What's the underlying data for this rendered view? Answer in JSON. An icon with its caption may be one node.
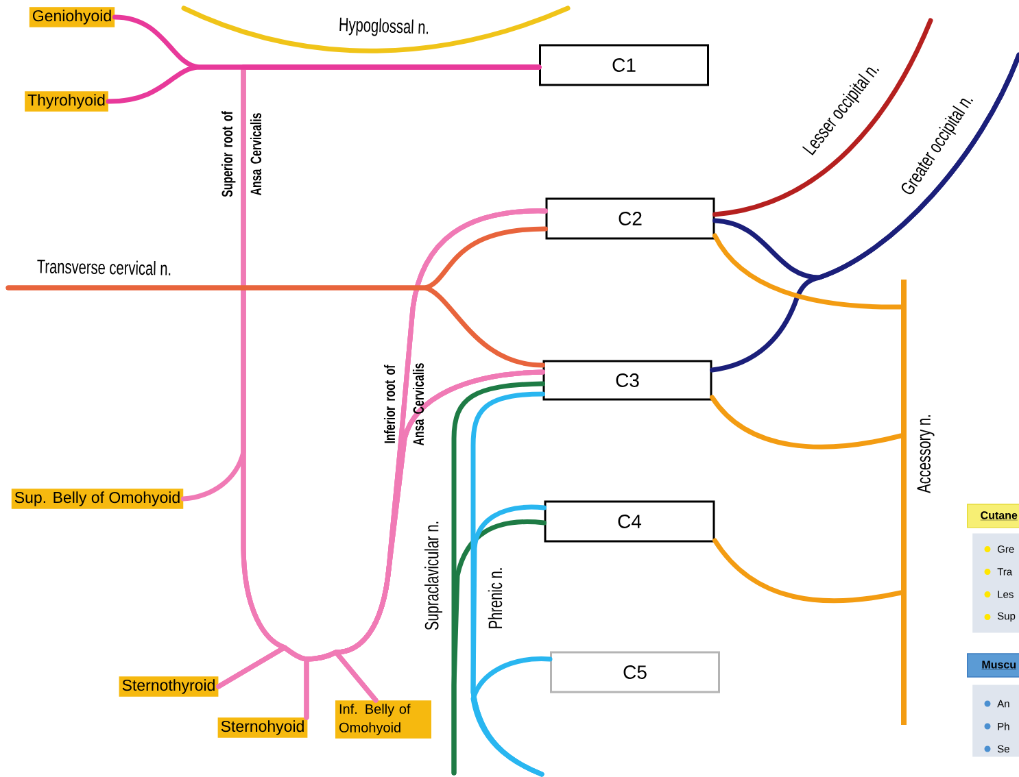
{
  "diagram": {
    "nodes": [
      {
        "text": [
          "Geniohyoid"
        ]
      },
      {
        "text": [
          "Thyrohyoid"
        ]
      },
      {
        "text": [
          "C1"
        ]
      },
      {
        "text": [
          "C2"
        ]
      },
      {
        "text": [
          "C3"
        ]
      },
      {
        "text": [
          "Sup. Belly of Omohyoid"
        ]
      },
      {
        "text": [
          "C4"
        ]
      },
      {
        "text": [],
        "shape": "bar"
      },
      {
        "text": [
          "C5"
        ]
      },
      {
        "text": [
          "Sternothyroid"
        ]
      },
      {
        "text": [
          "Sternohyoid"
        ]
      },
      {
        "text": [
          "Inf. Belly of Omohyoid"
        ]
      },
      {
        "text": [
          "Cutane"
        ]
      },
      {
        "text": [
          "Gre",
          "Tra",
          "Les",
          "Sup"
        ]
      },
      {
        "text": [
          "Muscu"
        ]
      },
      {
        "text": [
          "An",
          "Ph",
          "Se"
        ]
      }
    ],
    "edges": [
      {
        "from": 2,
        "to": 0,
        "arrow": "none",
        "color": "#e8399a"
      },
      {
        "from": 2,
        "to": 1,
        "arrow": "none",
        "color": "#e8399a"
      },
      {
        "from": 2,
        "to": 5,
        "arrow": "none"
      },
      {
        "from": 2,
        "to": 9,
        "arrow": "none"
      },
      {
        "from": 2,
        "to": 10,
        "arrow": "none"
      },
      {
        "from": 2,
        "to": 11,
        "arrow": "none"
      },
      {
        "from": 3,
        "to": 9,
        "arrow": "none"
      },
      {
        "from": 3,
        "to": 10,
        "arrow": "none"
      },
      {
        "from": 3,
        "to": 11,
        "arrow": "none"
      },
      {
        "from": 4,
        "to": 9,
        "arrow": "none"
      },
      {
        "from": 4,
        "to": 10,
        "arrow": "none"
      },
      {
        "from": 4,
        "to": 11,
        "arrow": "none"
      },
      {
        "from": null,
        "to": 3,
        "arrow": "none",
        "color": "#e8643c"
      },
      {
        "from": null,
        "to": 4,
        "arrow": "none",
        "color": "#e8643c"
      },
      {
        "from": 3,
        "to": null,
        "arrow": "none",
        "color": "#b5201f"
      },
      {
        "from": 3,
        "to": null,
        "arrow": "none",
        "color": "#1b1f7a"
      },
      {
        "from": 4,
        "to": null,
        "arrow": "none",
        "color": "#1b1f7a"
      },
      {
        "from": 3,
        "to": 7,
        "arrow": "none",
        "color": "#f39c12"
      },
      {
        "from": 4,
        "to": 7,
        "arrow": "none",
        "color": "#f39c12"
      },
      {
        "from": 6,
        "to": 7,
        "arrow": "none",
        "color": "#f39c12"
      },
      {
        "from": 4,
        "to": null,
        "arrow": "none",
        "color": "#1e7b45"
      },
      {
        "from": 6,
        "to": null,
        "arrow": "none",
        "color": "#1e7b45"
      },
      {
        "from": 4,
        "to": null,
        "arrow": "none",
        "color": "#29b6f0"
      },
      {
        "from": 6,
        "to": null,
        "arrow": "none",
        "color": "#29b6f0"
      },
      {
        "from": 8,
        "to": null,
        "arrow": "none",
        "color": "#29b6f0"
      }
    ],
    "labels": [
      "Hypoglossal n.",
      "Superior root of Ansa Cervicalis",
      "Transverse cervical n.",
      "Lesser occipital n.",
      "Greater occipital n.",
      "Inferior root of Ansa Cervicalis",
      "Accessory n.",
      "Supraclavicular n.",
      "Phrenic n."
    ]
  }
}
